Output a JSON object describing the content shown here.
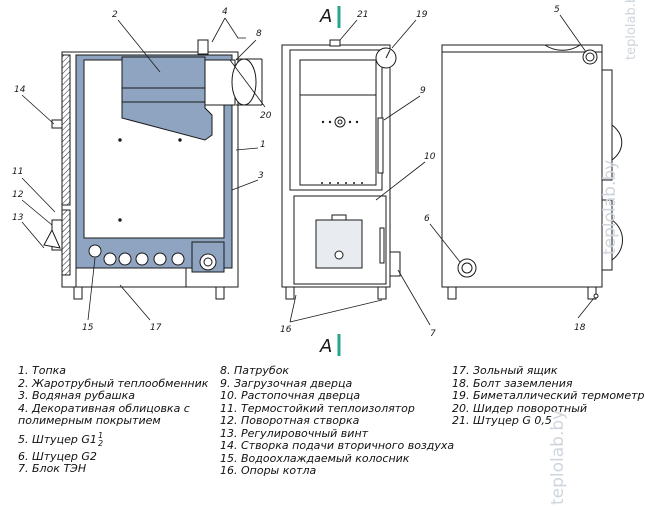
{
  "section_letter": "A",
  "callouts": {
    "c1": "1",
    "c2": "2",
    "c3": "3",
    "c4": "4",
    "c5": "5",
    "c6": "6",
    "c7": "7",
    "c8": "8",
    "c9": "9",
    "c10": "10",
    "c11": "11",
    "c12": "12",
    "c13": "13",
    "c14": "14",
    "c15": "15",
    "c16": "16",
    "c17": "17",
    "c18": "18",
    "c19": "19",
    "c20": "20",
    "c21": "21"
  },
  "legend": {
    "col1": [
      "1. Топка",
      "2. Жаротрубный теплообменник",
      "3. Водяная рубашка",
      "4. Декоративная облицовка с",
      "полимерным покрытием",
      "5. Штуцер G1",
      "6. Штуцер G2",
      "7. Блок ТЭН"
    ],
    "fraction": {
      "num": "1",
      "den": "2"
    },
    "col2": [
      "8. Патрубок",
      "9. Загрузочная дверца",
      "10. Растопочная дверца",
      "11. Термостойкий теплоизолятор",
      "12. Поворотная створка",
      "13. Регулировочный винт",
      "14. Створка подачи вторичного воздуха",
      "15. Водоохлаждаемый колосник",
      "16. Опоры котла"
    ],
    "col3": [
      "17. Зольный ящик",
      "18. Болт заземления",
      "19. Биметаллический термометр",
      "20. Шидер поворотный",
      "21. Штуцер G 0,5"
    ]
  },
  "watermark": "teplolab.by",
  "colors": {
    "line": "#1a1a1a",
    "jacket": "#8fa4c1",
    "section_mark": "#27a58b",
    "watermark": "#cfd5dc"
  }
}
